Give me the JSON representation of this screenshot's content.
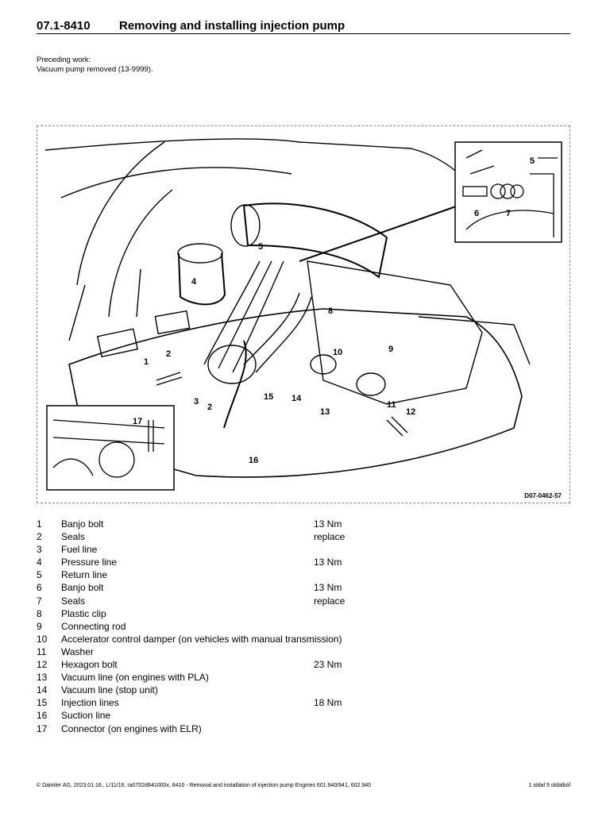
{
  "header": {
    "code": "07.1-8410",
    "title": "Removing and installing injection pump"
  },
  "preceding": {
    "label": "Preceding work:",
    "text": "Vacuum pump removed (13-9999)."
  },
  "figure": {
    "reference": "D07-0462-57",
    "callouts": [
      "1",
      "2",
      "2",
      "3",
      "4",
      "5",
      "5",
      "6",
      "7",
      "8",
      "9",
      "10",
      "11",
      "12",
      "13",
      "14",
      "15",
      "16",
      "17"
    ]
  },
  "legend": [
    {
      "num": "1",
      "desc": "Banjo bolt",
      "value": "13 Nm"
    },
    {
      "num": "2",
      "desc": "Seals",
      "value": "replace"
    },
    {
      "num": "3",
      "desc": "Fuel line",
      "value": ""
    },
    {
      "num": "4",
      "desc": "Pressure line",
      "value": "13 Nm"
    },
    {
      "num": "5",
      "desc": "Return line",
      "value": ""
    },
    {
      "num": "6",
      "desc": "Banjo bolt",
      "value": "13 Nm"
    },
    {
      "num": "7",
      "desc": "Seals",
      "value": "replace"
    },
    {
      "num": "8",
      "desc": "Plastic clip",
      "value": ""
    },
    {
      "num": "9",
      "desc": "Connecting rod",
      "value": ""
    },
    {
      "num": "10",
      "desc": "Accelerator control damper (on vehicles with manual transmission)",
      "value": ""
    },
    {
      "num": "11",
      "desc": "Washer",
      "value": ""
    },
    {
      "num": "12",
      "desc": "Hexagon bolt",
      "value": "23 Nm"
    },
    {
      "num": "13",
      "desc": "Vacuum line (on engines with PLA)",
      "value": ""
    },
    {
      "num": "14",
      "desc": "Vacuum line (stop unit)",
      "value": ""
    },
    {
      "num": "15",
      "desc": "Injection lines",
      "value": "18 Nm"
    },
    {
      "num": "16",
      "desc": "Suction line",
      "value": ""
    },
    {
      "num": "17",
      "desc": "Connector (on engines with ELR)",
      "value": ""
    }
  ],
  "footer": {
    "left": "© Daimler AG, 2023.01.16., L/11/16, ra0702d841000x, 8410 - Removal and installation of injection pump Engines 601.940/941, 602.940",
    "right": "1 oldal 9 oldalból"
  }
}
